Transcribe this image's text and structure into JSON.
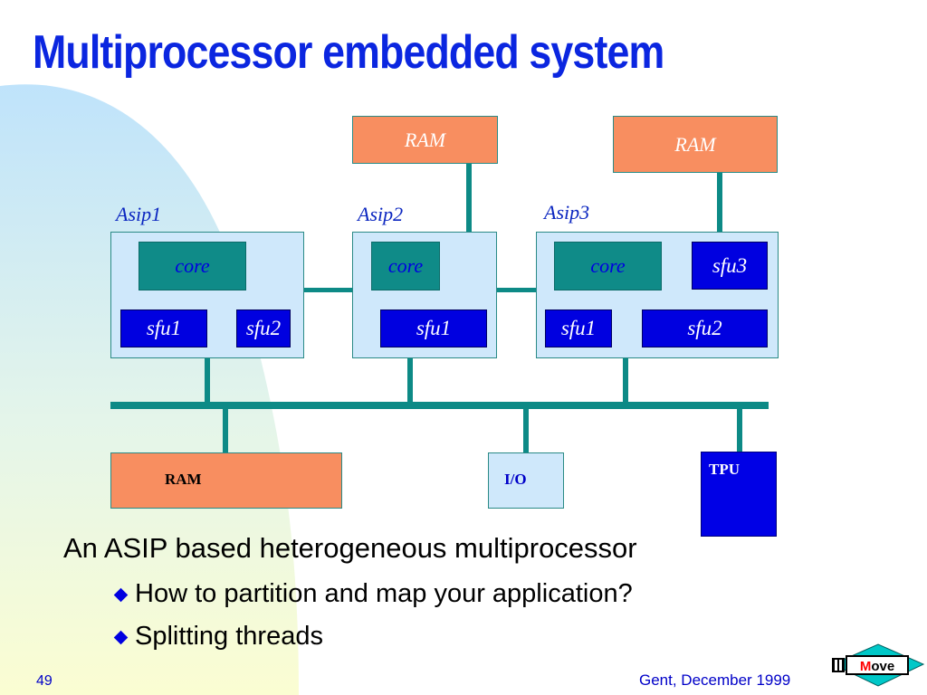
{
  "slide": {
    "title": "Multiprocessor embedded system",
    "number": "49",
    "footer": "Gent, December 1999"
  },
  "diagram": {
    "top_rams": [
      "RAM",
      "RAM"
    ],
    "asips": [
      {
        "name": "Asip1",
        "core": "core",
        "sfus": [
          "sfu1",
          "sfu2"
        ]
      },
      {
        "name": "Asip2",
        "core": "core",
        "sfus": [
          "sfu1"
        ]
      },
      {
        "name": "Asip3",
        "core": "core",
        "sfus": [
          "sfu3",
          "sfu1",
          "sfu2"
        ]
      }
    ],
    "bus_devices": {
      "ram": "RAM",
      "io": "I/O",
      "tpu": "TPU"
    }
  },
  "body": {
    "main_point": "An ASIP based heterogeneous multiprocessor",
    "bullets": [
      "How to partition and map your application?",
      "Splitting threads"
    ]
  },
  "logo": {
    "text": "Move",
    "prefix": "M"
  },
  "colors": {
    "title": "#0b26e0",
    "ram": "#f88e60",
    "asip": "#cfe8fb",
    "core": "#0f8b88",
    "sfu": "#0000e0",
    "bus": "#0d8a86"
  }
}
